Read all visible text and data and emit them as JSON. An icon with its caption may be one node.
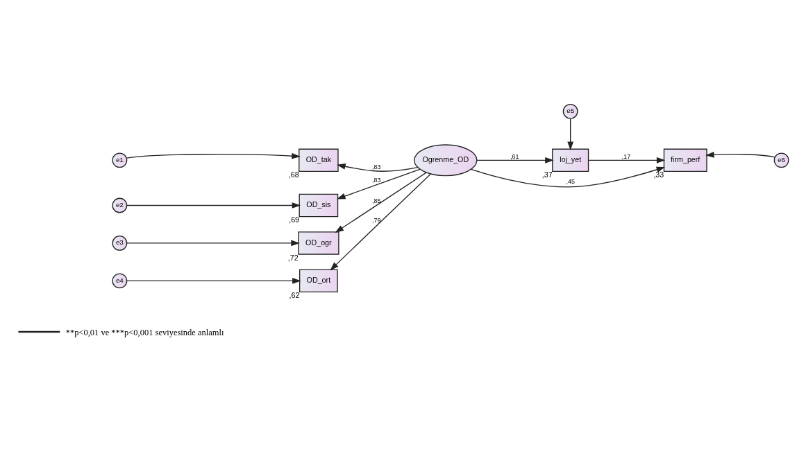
{
  "diagram": {
    "nodes": [
      {
        "text": [
          "e1"
        ]
      },
      {
        "text": [
          "e2"
        ]
      },
      {
        "text": [
          "e3"
        ]
      },
      {
        "text": [
          "e4"
        ]
      },
      {
        "text": [
          "OD_tak"
        ],
        "beside": [
          ",68"
        ]
      },
      {
        "text": [
          "OD_sis"
        ],
        "beside": [
          ",69"
        ]
      },
      {
        "text": [
          "OD_ogr"
        ],
        "beside": [
          ",72"
        ]
      },
      {
        "text": [
          "OD_ort"
        ],
        "beside": [
          ",62"
        ]
      },
      {
        "text": [
          "Ogrenme_OD"
        ]
      },
      {
        "text": [
          "e5"
        ]
      },
      {
        "text": [
          "loj_yet"
        ],
        "beside": [
          ",37"
        ]
      },
      {
        "text": [
          "firm_perf"
        ],
        "beside": [
          ",33"
        ]
      },
      {
        "text": [
          "e6"
        ]
      }
    ],
    "edges": [
      {
        "from": 0,
        "to": 4,
        "arrow": "to"
      },
      {
        "from": 1,
        "to": 5,
        "arrow": "to"
      },
      {
        "from": 2,
        "to": 6,
        "arrow": "to"
      },
      {
        "from": 3,
        "to": 7,
        "arrow": "to"
      },
      {
        "from": 8,
        "to": 4,
        "arrow": "to",
        "label": ",83"
      },
      {
        "from": 8,
        "to": 5,
        "arrow": "to",
        "label": ",83"
      },
      {
        "from": 8,
        "to": 6,
        "arrow": "to",
        "label": ",85"
      },
      {
        "from": 8,
        "to": 7,
        "arrow": "to",
        "label": ",79"
      },
      {
        "from": 8,
        "to": 10,
        "arrow": "to",
        "label": ",61"
      },
      {
        "from": 9,
        "to": 10,
        "arrow": "to"
      },
      {
        "from": 10,
        "to": 11,
        "arrow": "to",
        "label": ",17"
      },
      {
        "from": 8,
        "to": 11,
        "arrow": "to",
        "label": ",45"
      },
      {
        "from": 12,
        "to": 11,
        "arrow": "to"
      }
    ],
    "legend": [
      {
        "text": "**p<0,01 ve ***p<0,001 seviyesinde anlamlı"
      }
    ]
  }
}
